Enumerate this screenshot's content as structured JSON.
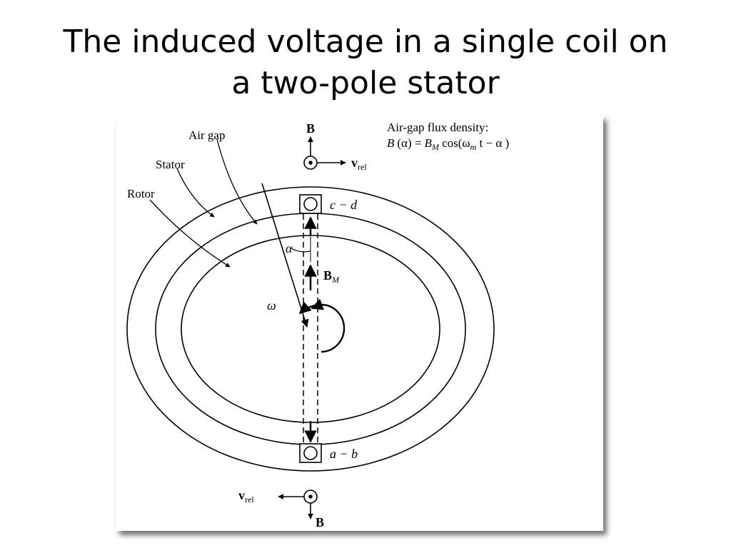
{
  "title": {
    "line1": "The induced voltage in a single coil on",
    "line2": "a two-pole stator"
  },
  "diagram": {
    "labels": {
      "air_gap": "Air gap",
      "stator": "Stator",
      "rotor": "Rotor",
      "flux_heading": "Air-gap flux density:",
      "flux_eq_lhs": "B",
      "flux_eq_alpha_paren": "(α) =",
      "flux_eq_bm": "B",
      "flux_eq_bm_sub": "M",
      "flux_eq_cos": " cos(ω",
      "flux_eq_m_sub": "m",
      "flux_eq_tail": " t − α )",
      "b_top": "B",
      "v_top": "v",
      "v_top_sub": "rel",
      "b_bottom": "B",
      "v_bottom": "v",
      "v_bottom_sub": "rel",
      "coil_top": "c − d",
      "coil_bottom": "a − b",
      "alpha": "α",
      "bm": "B",
      "bm_sub": "M",
      "omega": "ω"
    },
    "colors": {
      "ink": "#000000",
      "background": "#ffffff"
    }
  }
}
